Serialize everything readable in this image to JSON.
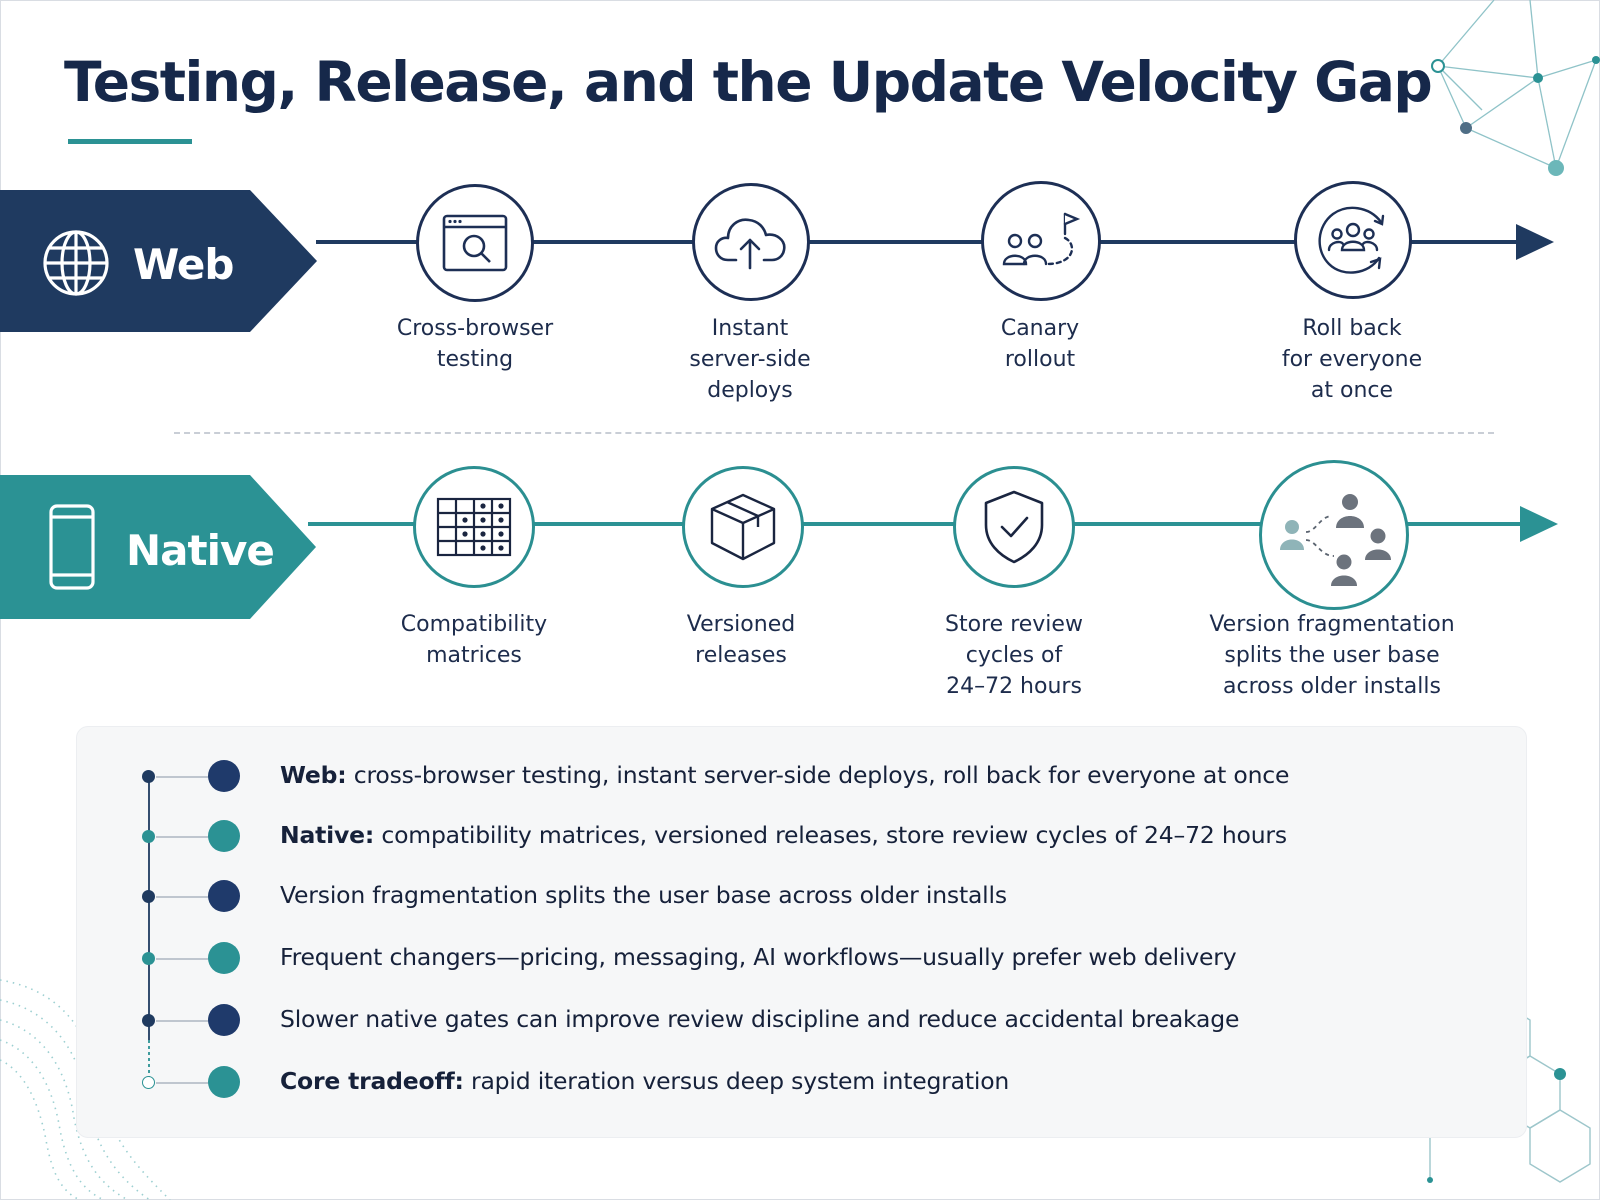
{
  "title": "Testing, Release, and the Update Velocity Gap",
  "colors": {
    "navy": "#1f3a60",
    "teal": "#2b9294",
    "text": "#16213a",
    "panel": "#f6f7f8"
  },
  "lanes": [
    {
      "id": "web",
      "label": "Web",
      "icon": "globe-icon",
      "steps": [
        {
          "icon": "browser-search-icon",
          "label": "Cross-browser\ntesting"
        },
        {
          "icon": "cloud-upload-icon",
          "label": "Instant\nserver-side\ndeploys"
        },
        {
          "icon": "canary-users-flag-icon",
          "label": "Canary\nrollout"
        },
        {
          "icon": "users-rollback-icon",
          "label": "Roll back\nfor everyone\nat once"
        }
      ]
    },
    {
      "id": "native",
      "label": "Native",
      "icon": "smartphone-icon",
      "steps": [
        {
          "icon": "matrix-grid-icon",
          "label": "Compatibility\nmatrices"
        },
        {
          "icon": "package-box-icon",
          "label": "Versioned\nreleases"
        },
        {
          "icon": "shield-check-icon",
          "label": "Store review\ncycles of\n24–72 hours"
        },
        {
          "icon": "fragmented-users-icon",
          "label": "Version fragmentation\nsplits the user base\nacross older installs"
        }
      ]
    }
  ],
  "summary": [
    {
      "lead": "Web:",
      "text": " cross-browser testing, instant server-side deploys, roll back for everyone at once",
      "color": "navy"
    },
    {
      "lead": "Native:",
      "text": " compatibility matrices, versioned releases, store review cycles of 24–72 hours",
      "color": "teal"
    },
    {
      "lead": "",
      "text": "Version fragmentation splits the user base across older installs",
      "color": "navy"
    },
    {
      "lead": "",
      "text": "Frequent changers—pricing, messaging, AI workflows—usually prefer web delivery",
      "color": "teal"
    },
    {
      "lead": "",
      "text": "Slower native gates can improve review discipline and reduce accidental breakage",
      "color": "navy"
    },
    {
      "lead": "Core tradeoff:",
      "text": " rapid iteration versus deep system integration",
      "color": "teal"
    }
  ]
}
